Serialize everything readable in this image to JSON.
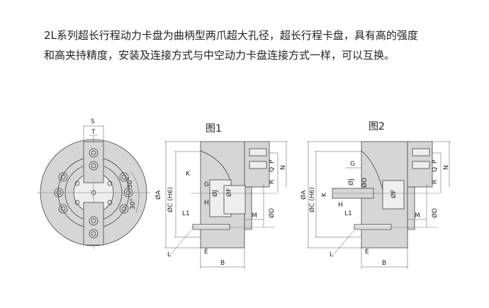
{
  "description": {
    "line1": "2L系列超长行程动力卡盘为曲柄型两爪超大孔径，超长行程卡盘，具有高的强度",
    "line2": "和高夹持精度，安装及连接方式与中空动力卡盘连接方式一样，可以互换。"
  },
  "front_view": {
    "S": "S",
    "T": "T",
    "angle1": "30°",
    "angle2": "30°"
  },
  "figure1": {
    "title": "图1",
    "labels": {
      "A": "ØA",
      "C": "ØC (H6)",
      "K": "K",
      "G": "G",
      "H": "H",
      "J": "ØJ",
      "F": "ØF",
      "L1": "L1",
      "L": "L",
      "E": "E",
      "B": "B",
      "M": "M",
      "D": "ØD",
      "P": "P",
      "Q": "Q",
      "R": "R",
      "N": "N"
    }
  },
  "figure2": {
    "title": "图2",
    "labels": {
      "A": "ØA",
      "C": "ØC (H6)",
      "K": "K",
      "G": "G",
      "H": "H",
      "J": "ØJ",
      "O": "ØO",
      "F": "ØF",
      "L1": "L1",
      "L": "L",
      "E": "E",
      "B": "B",
      "M": "M",
      "D": "ØD",
      "P": "P",
      "Q": "Q",
      "R": "R",
      "N": "N"
    }
  }
}
